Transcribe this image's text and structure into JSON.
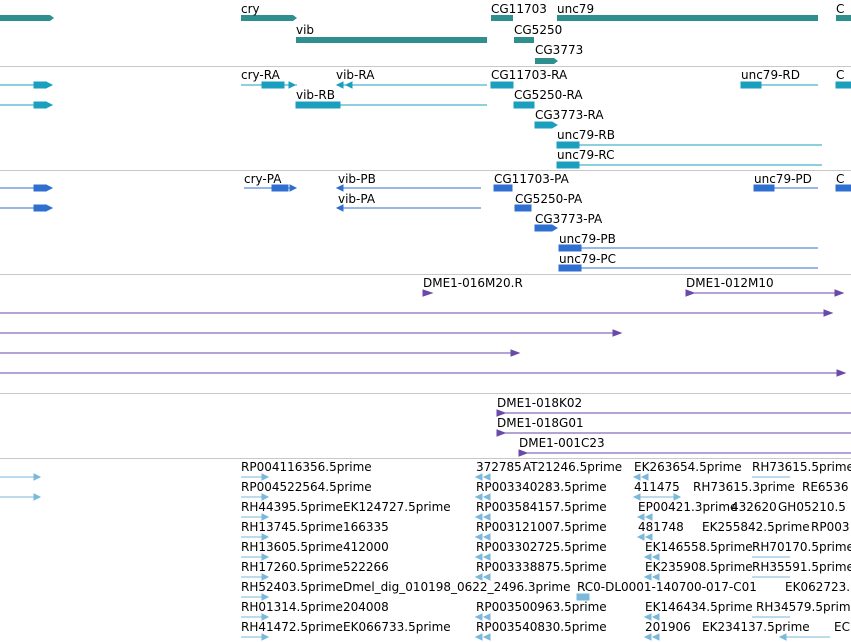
{
  "colors": {
    "gene": "#2f8f8f",
    "transcript": "#1a9fbf",
    "protein": "#2e6fd0",
    "clone": "#6a4aa8",
    "est": "#7ab8dc",
    "divider": "#c8c8c8"
  },
  "tracks": {
    "genes": {
      "labels": [
        "cry",
        "vib",
        "CG11703",
        "CG5250",
        "CG3773",
        "unc79",
        "C"
      ]
    },
    "transcripts": {
      "labels": [
        "cry-RA",
        "vib-RA",
        "vib-RB",
        "CG11703-RA",
        "CG5250-RA",
        "CG3773-RA",
        "unc79-RD",
        "unc79-RB",
        "unc79-RC",
        "C"
      ]
    },
    "proteins": {
      "labels": [
        "cry-PA",
        "vib-PB",
        "vib-PA",
        "CG11703-PA",
        "CG5250-PA",
        "CG3773-PA",
        "unc79-PD",
        "unc79-PB",
        "unc79-PC",
        "C"
      ]
    },
    "clones": {
      "labels": [
        "DME1-016M20.R",
        "DME1-012M10",
        "DME1-018K02",
        "DME1-018G01",
        "DME1-001C23"
      ]
    },
    "ests": {
      "rows": [
        [
          "RP004116356.5prime",
          "372785",
          "AT21246.5prime",
          "EK263654.5prime",
          "RH73615.5prime"
        ],
        [
          "RP004522564.5prime",
          "RP003340283.5prime",
          "411475",
          "RH73615.3prime",
          "RE6536"
        ],
        [
          "RH44395.5prime",
          "EK124727.5prime",
          "RP003584157.5prime",
          "EP00421.3prime",
          "432620",
          "GH05210.5"
        ],
        [
          "RH13745.5prime",
          "166335",
          "RP003121007.5prime",
          "481748",
          "EK255842.5prime",
          "RP003"
        ],
        [
          "RH13605.5prime",
          "412000",
          "RP003302725.5prime",
          "EK146558.5prime",
          "RH70170.5prime"
        ],
        [
          "RH17260.5prime",
          "522266",
          "RP003338875.5prime",
          "EK235908.5prime",
          "RH35591.5prime"
        ],
        [
          "RH52403.5prime",
          "Dmel_dig_010198_0622_2496.3prime",
          "RC0-DL0001-140700-017-C01",
          "EK062723."
        ],
        [
          "RH01314.5prime",
          "204008",
          "RP003500963.5prime",
          "EK146434.5prime",
          "RH34579.5prime"
        ],
        [
          "RH41472.5prime",
          "EK066733.5prime",
          "RP003540830.5prime",
          "201906",
          "EK234137.5prime",
          "EC"
        ]
      ]
    }
  }
}
